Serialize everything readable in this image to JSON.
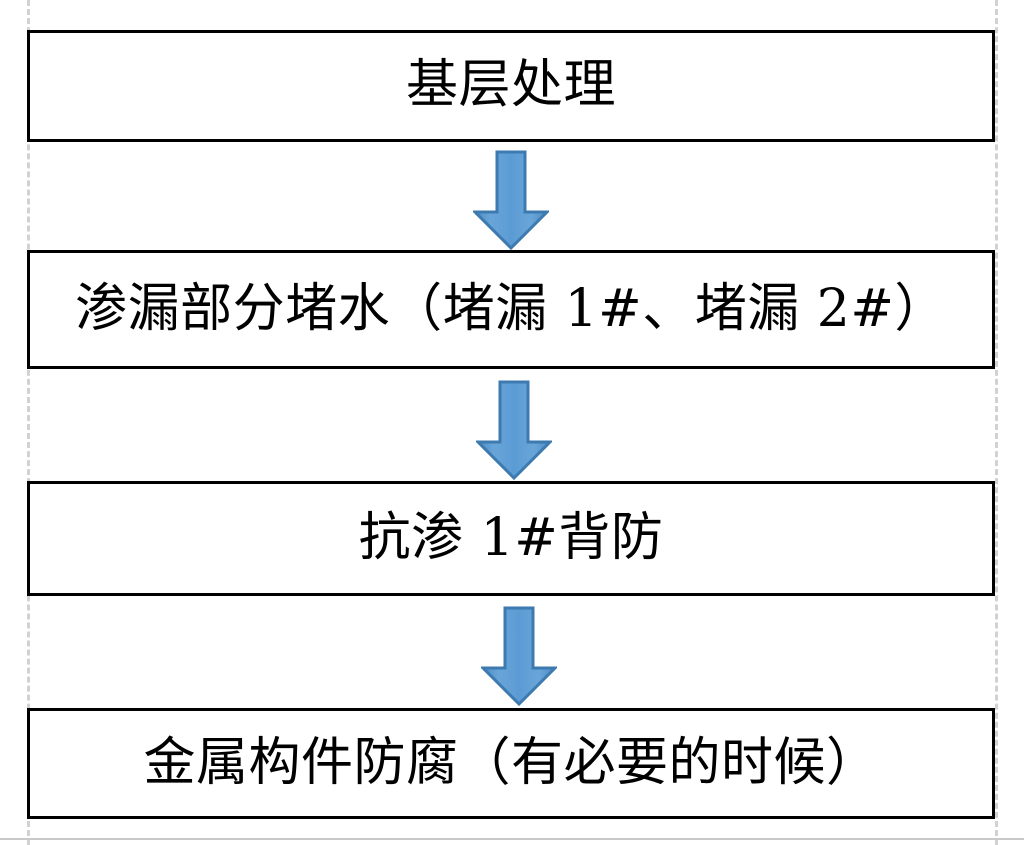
{
  "diagram": {
    "type": "flowchart",
    "orientation": "vertical",
    "title_present": false,
    "colors": {
      "box_border": "#000000",
      "box_fill": "#ffffff",
      "text": "#000000",
      "arrow_fill": "#5b9bd5",
      "arrow_fill_light": "#7fb4e0",
      "arrow_outline": "#3d7ab0",
      "guide_line": "#d2d2d2",
      "bottom_rule": "#c9c9c9"
    },
    "nodes": [
      {
        "id": "node-1",
        "label": "基层处理"
      },
      {
        "id": "node-2",
        "label": "渗漏部分堵水（堵漏 1#、堵漏 2#）"
      },
      {
        "id": "node-3",
        "label": "抗渗 1#背防"
      },
      {
        "id": "node-4",
        "label": "金属构件防腐（有必要的时候）"
      }
    ],
    "connectors": [
      {
        "id": "arrow-1",
        "icon": "arrow-down-icon",
        "from": "node-1",
        "to": "node-2"
      },
      {
        "id": "arrow-2",
        "icon": "arrow-down-icon",
        "from": "node-2",
        "to": "node-3"
      },
      {
        "id": "arrow-3",
        "icon": "arrow-down-icon",
        "from": "node-3",
        "to": "node-4"
      }
    ]
  }
}
